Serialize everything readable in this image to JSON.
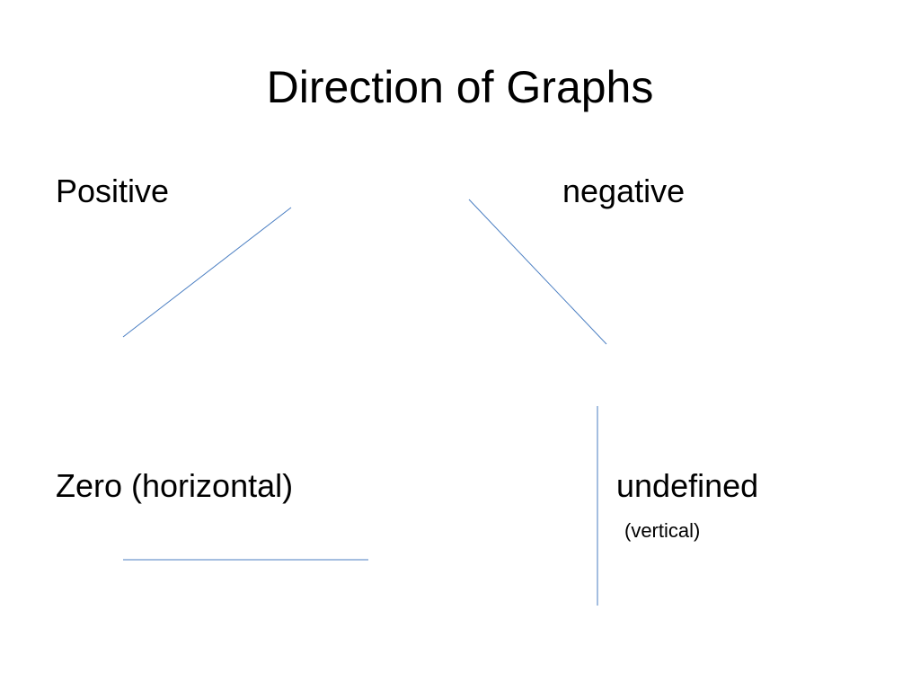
{
  "slide": {
    "title": "Direction of Graphs",
    "labels": {
      "positive": "Positive",
      "negative": "negative",
      "zero": "Zero (horizontal)",
      "undefined": "undefined",
      "vertical": "(vertical)"
    }
  },
  "colors": {
    "line": "#4a7ec2",
    "text": "#000000",
    "background": "#ffffff"
  }
}
